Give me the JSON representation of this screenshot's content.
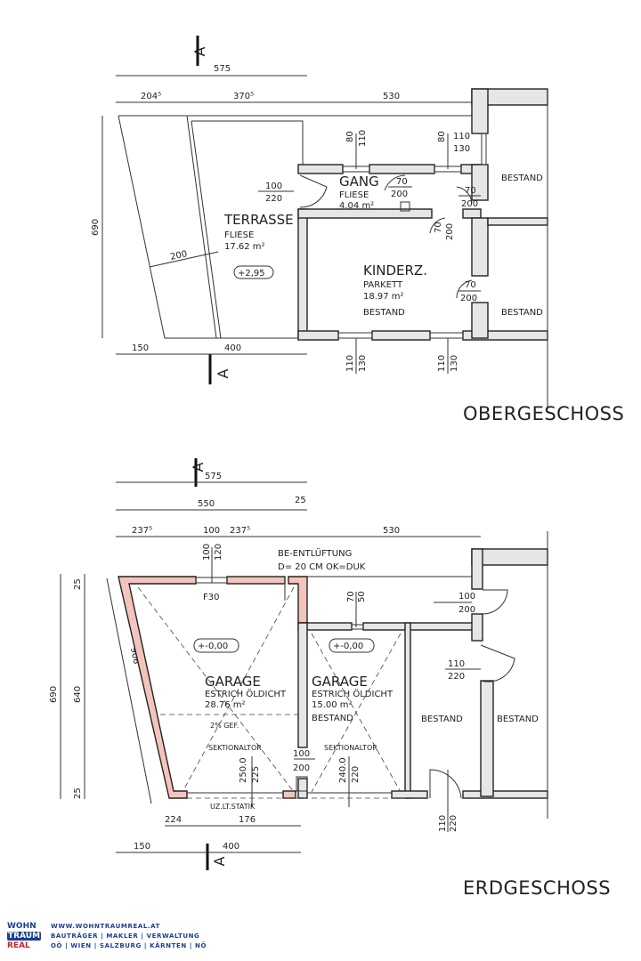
{
  "obergeschoss": {
    "title": "OBERGESCHOSS",
    "section_label": "A",
    "dims_top": {
      "overall": "575",
      "seg1": "204⁵",
      "seg2": "370⁵",
      "seg3": "530"
    },
    "dims_bottom": {
      "seg1": "150",
      "seg2": "400"
    },
    "dim_height": "690",
    "terrace_width": "200",
    "windows_top": [
      {
        "w": "80",
        "h": "110"
      },
      {
        "w": "80",
        "h": "110"
      }
    ],
    "window_right": {
      "w": "110",
      "h": "130"
    },
    "windows_bottom": [
      {
        "w": "110",
        "h": "130"
      },
      {
        "w": "110",
        "h": "130"
      }
    ],
    "doors": [
      {
        "w": "100",
        "h": "220"
      },
      {
        "w": "70",
        "h": "200"
      },
      {
        "w": "70",
        "h": "200"
      },
      {
        "w": "70",
        "h": "200"
      },
      {
        "w": "70",
        "h": "200"
      }
    ],
    "rooms": {
      "terrasse": {
        "name": "TERRASSE",
        "floor": "FLIESE",
        "area": "17.62 m²",
        "level": "+2,95"
      },
      "gang": {
        "name": "GANG",
        "floor": "FLIESE",
        "area": "4.04 m²"
      },
      "kinderz": {
        "name": "KINDERZ.",
        "floor": "PARKETT",
        "area": "18.97 m²",
        "note": "BESTAND"
      },
      "bestand1": "BESTAND",
      "bestand2": "BESTAND"
    }
  },
  "erdgeschoss": {
    "title": "ERDGESCHOSS",
    "section_label": "A",
    "dims_top": {
      "overall": "575",
      "inner": "550",
      "wall": "25",
      "seg1": "237⁵",
      "seg2": "100",
      "seg3": "237⁵",
      "seg4": "530"
    },
    "dims_bottom": {
      "seg1": "150",
      "seg2": "400",
      "gate1": "224",
      "gate2": "176"
    },
    "dims_left": {
      "total": "690",
      "inner": "640",
      "top": "25",
      "bottom": "25",
      "slanted": "906"
    },
    "ventilation": {
      "line1": "BE-ENTLÜFTUNG",
      "line2": "D= 20 CM OK=DUK"
    },
    "window_top": {
      "w": "100",
      "h": "120"
    },
    "window_mid": {
      "w": "70",
      "h": "50"
    },
    "fire_rating": "F30",
    "doors": [
      {
        "w": "100",
        "h": "200"
      },
      {
        "w": "110",
        "h": "220"
      },
      {
        "w": "100",
        "h": "200"
      },
      {
        "w": "110",
        "h": "220"
      }
    ],
    "gates": [
      {
        "a": "250.0",
        "b": "225"
      },
      {
        "a": "240.0",
        "b": "220"
      }
    ],
    "lintel_note": "UZ.LT.STATIK",
    "rooms": {
      "garage1": {
        "name": "GARAGE",
        "floor": "ESTRICH ÖLDICHT",
        "area": "28.76 m²",
        "level": "+-0,00",
        "slope": "2% GEF.",
        "gate": "SEKTIONALTOR"
      },
      "garage2": {
        "name": "GARAGE",
        "floor": "ESTRICH ÖLDICHT",
        "area": "15.00 m²",
        "level": "+-0,00",
        "note": "BESTAND",
        "gate": "SEKTIONALTOR"
      },
      "bestand1": "BESTAND",
      "bestand2": "BESTAND"
    }
  },
  "footer": {
    "logo": {
      "line1": "WOHN",
      "line2": "TRAUM",
      "line3": "REAL"
    },
    "website": "WWW.WOHNTRAUMREAL.AT",
    "services": "BAUTRÄGER | MAKLER | VERWALTUNG",
    "regions": "OÖ | WIEN | SALZBURG | KÄRNTEN | NÖ"
  }
}
